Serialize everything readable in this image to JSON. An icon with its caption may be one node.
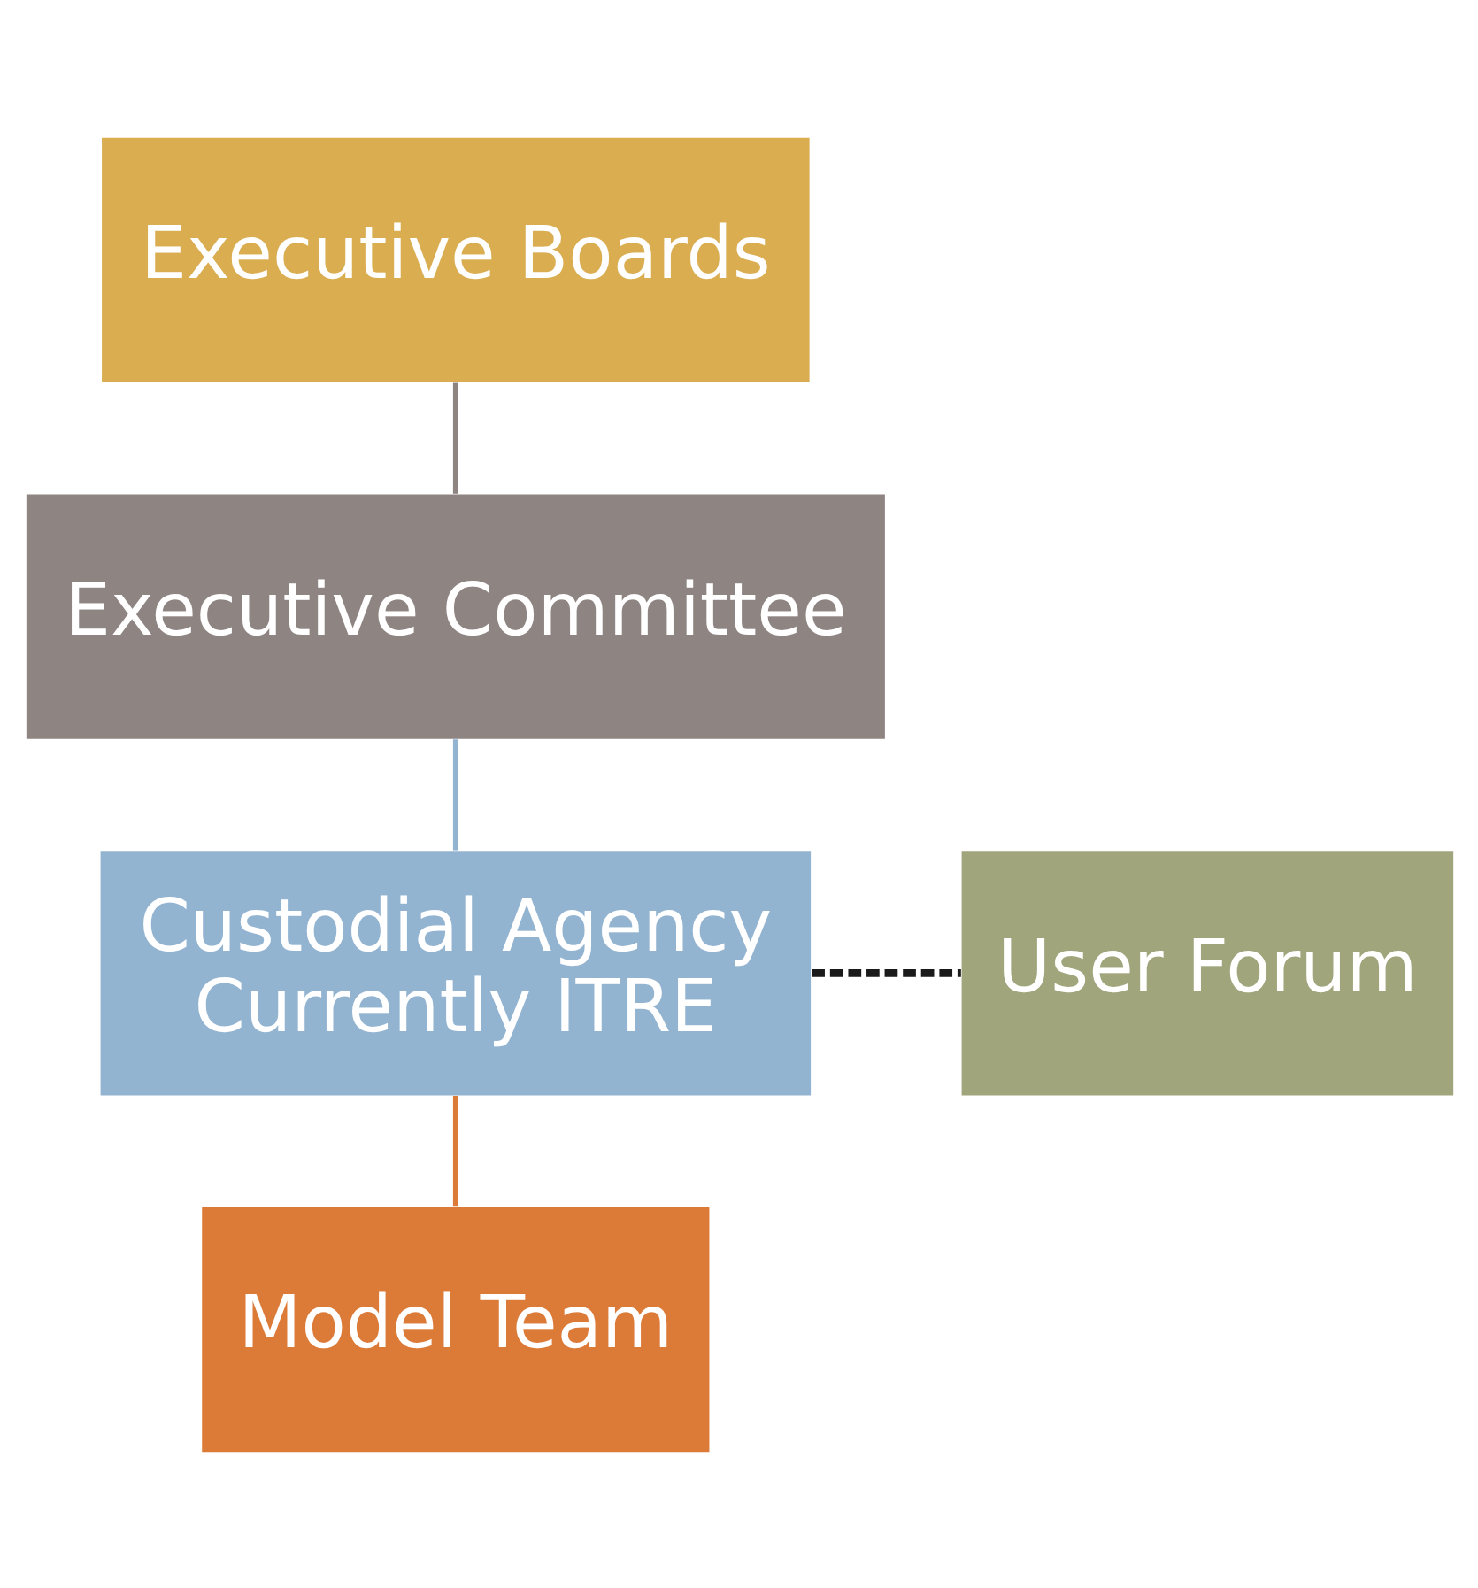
{
  "diagram": {
    "nodes": [
      {
        "text": [
          "Executive Boards"
        ]
      },
      {
        "text": [
          "Executive Committee"
        ]
      },
      {
        "text": [
          "Custodial Agency",
          "Currently ITRE"
        ]
      },
      {
        "text": [
          "User Forum"
        ]
      },
      {
        "text": [
          "Model Team"
        ]
      }
    ],
    "edges": [
      {
        "from": 0,
        "to": 1,
        "arrow": "none",
        "color": "#8e8583"
      },
      {
        "from": 1,
        "to": 2,
        "arrow": "none",
        "color": "#93b4d1"
      },
      {
        "from": 2,
        "to": 3,
        "arrow": "none",
        "style": "dashed",
        "color": "#1a1a1a"
      },
      {
        "from": 2,
        "to": 4,
        "arrow": "none",
        "color": "#dc7a37"
      }
    ]
  }
}
